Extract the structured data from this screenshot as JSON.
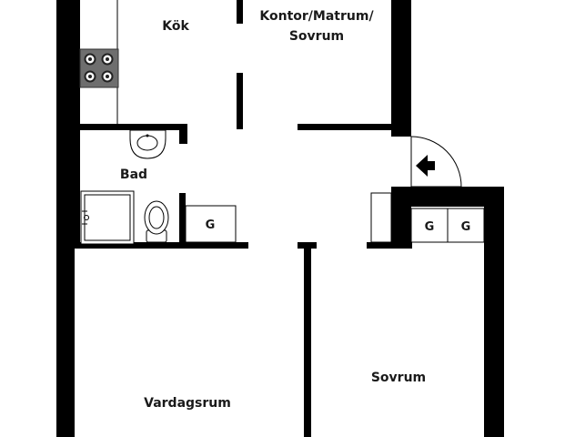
{
  "rooms": {
    "kitchen": "Kök",
    "office_line1": "Kontor/Matrum/",
    "office_line2": "Sovrum",
    "bathroom": "Bad",
    "living_room": "Vardagsrum",
    "bedroom": "Sovrum"
  },
  "storage": {
    "closet_a": "G",
    "closet_b": "G",
    "closet_c": "G"
  },
  "icons": {
    "entrance": "entrance-arrow-icon",
    "stove": "stove-icon",
    "sink": "sink-icon",
    "toilet": "toilet-icon",
    "shower": "shower-icon"
  }
}
